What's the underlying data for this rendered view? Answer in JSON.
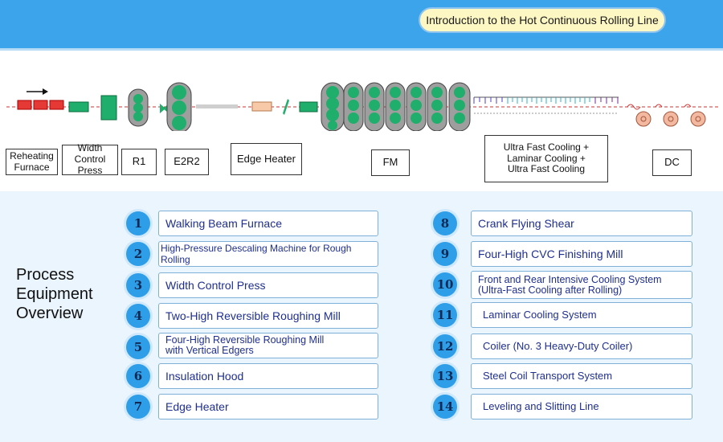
{
  "header": {
    "title": "Introduction to the Hot Continuous Rolling Line"
  },
  "stages": [
    {
      "label": "Reheating Furnace"
    },
    {
      "label": "Width Control Press"
    },
    {
      "label": "R1"
    },
    {
      "label": "E2R2"
    },
    {
      "label": "Edge Heater"
    },
    {
      "label": "FM"
    },
    {
      "label": "Ultra Fast Cooling + Laminar Cooling + Ultra Fast Cooling"
    },
    {
      "label": "DC"
    }
  ],
  "overview": {
    "title": "Process Equipment Overview"
  },
  "equipment": [
    {
      "num": "1",
      "name": "Walking Beam Furnace"
    },
    {
      "num": "2",
      "name": "High-Pressure Descaling Machine for Rough Rolling"
    },
    {
      "num": "3",
      "name": "Width Control Press"
    },
    {
      "num": "4",
      "name": "Two-High Reversible Roughing Mill"
    },
    {
      "num": "5",
      "name": "Four-High Reversible Roughing Mill with Vertical Edgers"
    },
    {
      "num": "6",
      "name": "Insulation Hood"
    },
    {
      "num": "7",
      "name": "Edge Heater"
    },
    {
      "num": "8",
      "name": "Crank Flying Shear"
    },
    {
      "num": "9",
      "name": "Four-High CVC Finishing Mill"
    },
    {
      "num": "10",
      "name": "Front and Rear Intensive Cooling System (Ultra-Fast Cooling after Rolling)"
    },
    {
      "num": "11",
      "name": "Laminar Cooling System"
    },
    {
      "num": "12",
      "name": "Coiler (No. 3 Heavy-Duty Coiler)"
    },
    {
      "num": "13",
      "name": "Steel Coil Transport System"
    },
    {
      "num": "14",
      "name": "Leveling and Slitting Line"
    }
  ],
  "colors": {
    "header": "#3ba4ea",
    "badge": "#2f9ee8",
    "panel": "#eaf5fd",
    "mill": "#1fae6b"
  }
}
